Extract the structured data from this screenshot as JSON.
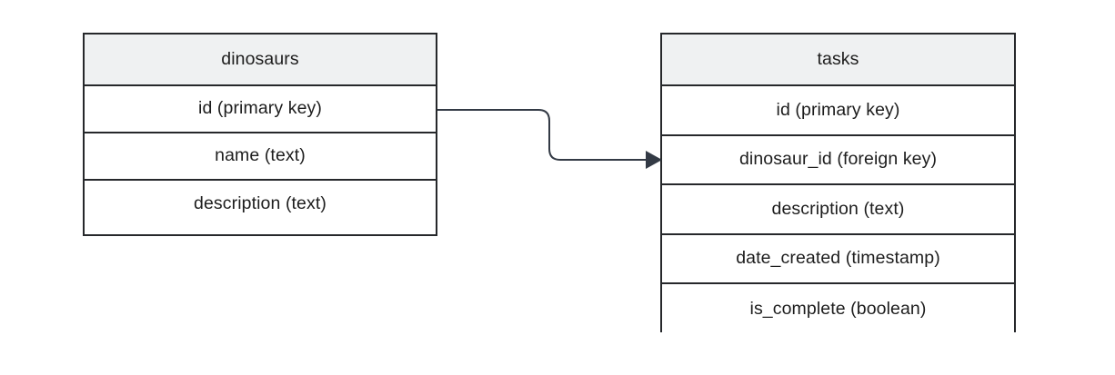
{
  "diagram": {
    "type": "entity-relationship-diagram",
    "background_color": "#ffffff",
    "border_color": "#26282b",
    "header_fill": "#eff1f2",
    "text_color": "#1d1d1d",
    "connector_color": "#333a45"
  },
  "tables": [
    {
      "name": "dinosaurs",
      "title": "dinosaurs",
      "fields": [
        {
          "label": "id (primary key)"
        },
        {
          "label": "name (text)"
        },
        {
          "label": "description (text)"
        }
      ]
    },
    {
      "name": "tasks",
      "title": "tasks",
      "fields": [
        {
          "label": "id (primary key)"
        },
        {
          "label": "dinosaur_id (foreign key)"
        },
        {
          "label": "description (text)"
        },
        {
          "label": "date_created (timestamp)"
        },
        {
          "label": "is_complete (boolean)"
        }
      ]
    }
  ],
  "relationships": [
    {
      "name": "dinosaurs-id-to-tasks-dinosaur-id",
      "from_table": "dinosaurs",
      "from_field": "id (primary key)",
      "to_table": "tasks",
      "to_field": "dinosaur_id (foreign key)",
      "arrow": "single-arrow-end"
    }
  ]
}
